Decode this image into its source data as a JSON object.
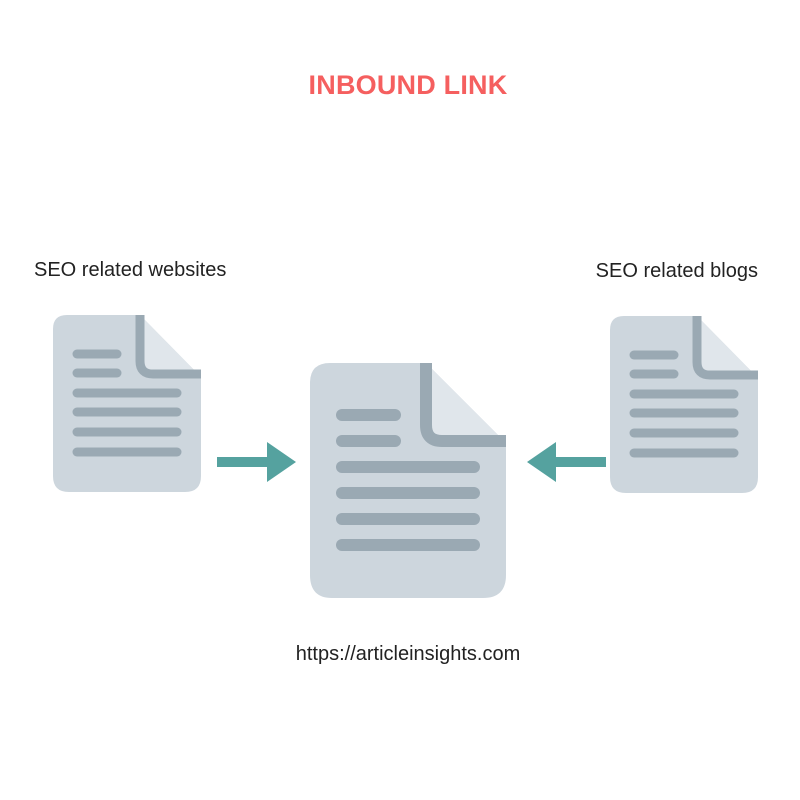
{
  "diagram": {
    "title": "INBOUND LINK",
    "left_label": "SEO related websites",
    "right_label": "SEO related blogs",
    "center_label": "https://articleinsights.com",
    "nodes": [
      {
        "id": "seo-websites",
        "icon": "document-icon"
      },
      {
        "id": "target-site",
        "icon": "document-icon"
      },
      {
        "id": "seo-blogs",
        "icon": "document-icon"
      }
    ],
    "edges": [
      {
        "from": "seo-websites",
        "to": "target-site",
        "icon": "arrow-right-icon"
      },
      {
        "from": "seo-blogs",
        "to": "target-site",
        "icon": "arrow-left-icon"
      }
    ]
  },
  "colors": {
    "title": "#f55f5f",
    "doc_body": "#cdd6dd",
    "doc_fold": "#e0e6eb",
    "doc_lines": "#9aa9b3",
    "arrow": "#55a29f",
    "text": "#222222"
  }
}
